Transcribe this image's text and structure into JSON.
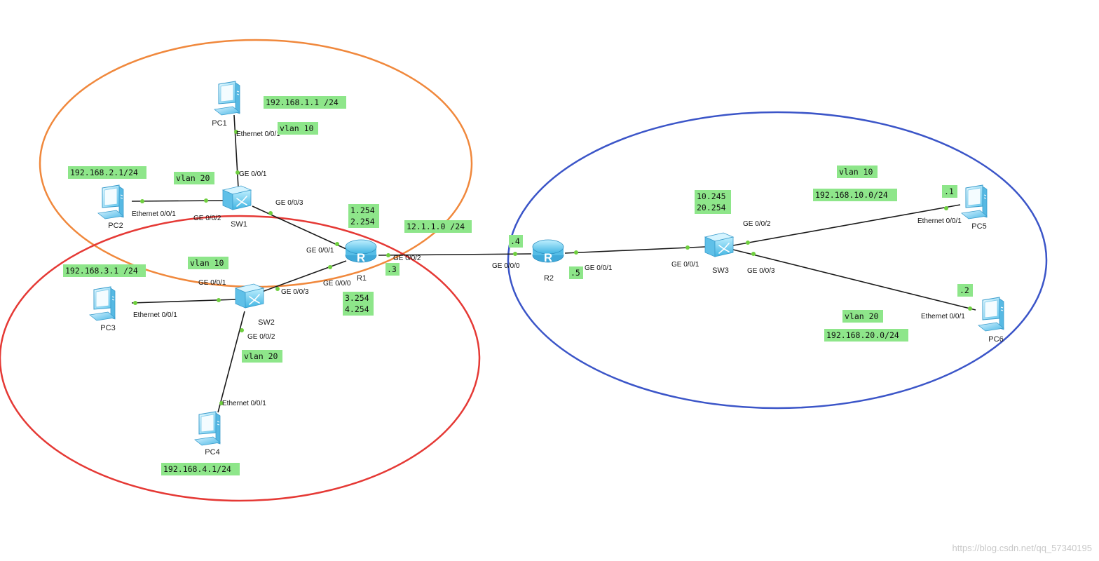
{
  "colors": {
    "background": "#ffffff",
    "link": "#1a1a1a",
    "port_dot": "#6fcf3f",
    "tag_fill": "#8ee68a",
    "orange_region": "#f0883c",
    "red_region": "#e53935",
    "blue_region": "#3b55c8",
    "device_blue": "#4fc3e8"
  },
  "icons": {
    "pc": "desktop-pc-icon",
    "switch": "l3-switch-icon",
    "router": "router-icon"
  },
  "devices": {
    "PC1": "PC1",
    "PC2": "PC2",
    "PC3": "PC3",
    "PC4": "PC4",
    "PC5": "PC5",
    "PC6": "PC6",
    "SW1": "SW1",
    "SW2": "SW2",
    "SW3": "SW3",
    "R1": "R1",
    "R2": "R2"
  },
  "ports": {
    "pc1_eth": "Ethernet 0/0/1",
    "sw1_g1": "GE 0/0/1",
    "pc2_eth": "Ethernet 0/0/1",
    "sw1_g2": "GE 0/0/2",
    "sw1_g3": "GE 0/0/3",
    "r1_g1": "GE 0/0/1",
    "r1_g0": "GE 0/0/0",
    "r1_g2": "GE 0/0/2",
    "sw2_g1": "GE 0/0/1",
    "sw2_g3": "GE 0/0/3",
    "sw2_g2": "GE 0/0/2",
    "pc3_eth": "Ethernet 0/0/1",
    "pc4_eth": "Ethernet 0/0/1",
    "r2_g0": "GE 0/0/0",
    "r2_g1": "GE 0/0/1",
    "sw3_g1": "GE 0/0/1",
    "sw3_g2": "GE 0/0/2",
    "sw3_g3": "GE 0/0/3",
    "pc5_eth": "Ethernet 0/0/1",
    "pc6_eth": "Ethernet 0/0/1"
  },
  "tags": {
    "pc1_ip": "192.168.1.1 /24",
    "sw1_vlan10": "vlan 10",
    "pc2_ip": "192.168.2.1/24",
    "sw1_vlan20": "vlan 20",
    "r1_sw1_gw_a": "1.254",
    "r1_sw1_gw_b": "2.254",
    "r1_r2_net": "12.1.1.0 /24",
    "pc3_ip": "192.168.3.1 /24",
    "sw2_vlan10": "vlan 10",
    "r1_r2_ip": ".3",
    "r1_sw2_gw_a": "3.254",
    "r1_sw2_gw_b": "4.254",
    "sw2_vlan20": "vlan 20",
    "pc4_ip": "192.168.4.1/24",
    "r2_r1_ip": ".4",
    "r2_sw3_ip": ".5",
    "sw3_gw_a": "10.245",
    "sw3_gw_b": "20.254",
    "sw3_vlan10": "vlan 10",
    "vlan10_net": "192.168.10.0/24",
    "pc5_ip": ".1",
    "pc6_ip": ".2",
    "sw3_vlan20": "vlan 20",
    "vlan20_net": "192.168.20.0/24"
  },
  "watermark": "https://blog.csdn.net/qq_57340195"
}
